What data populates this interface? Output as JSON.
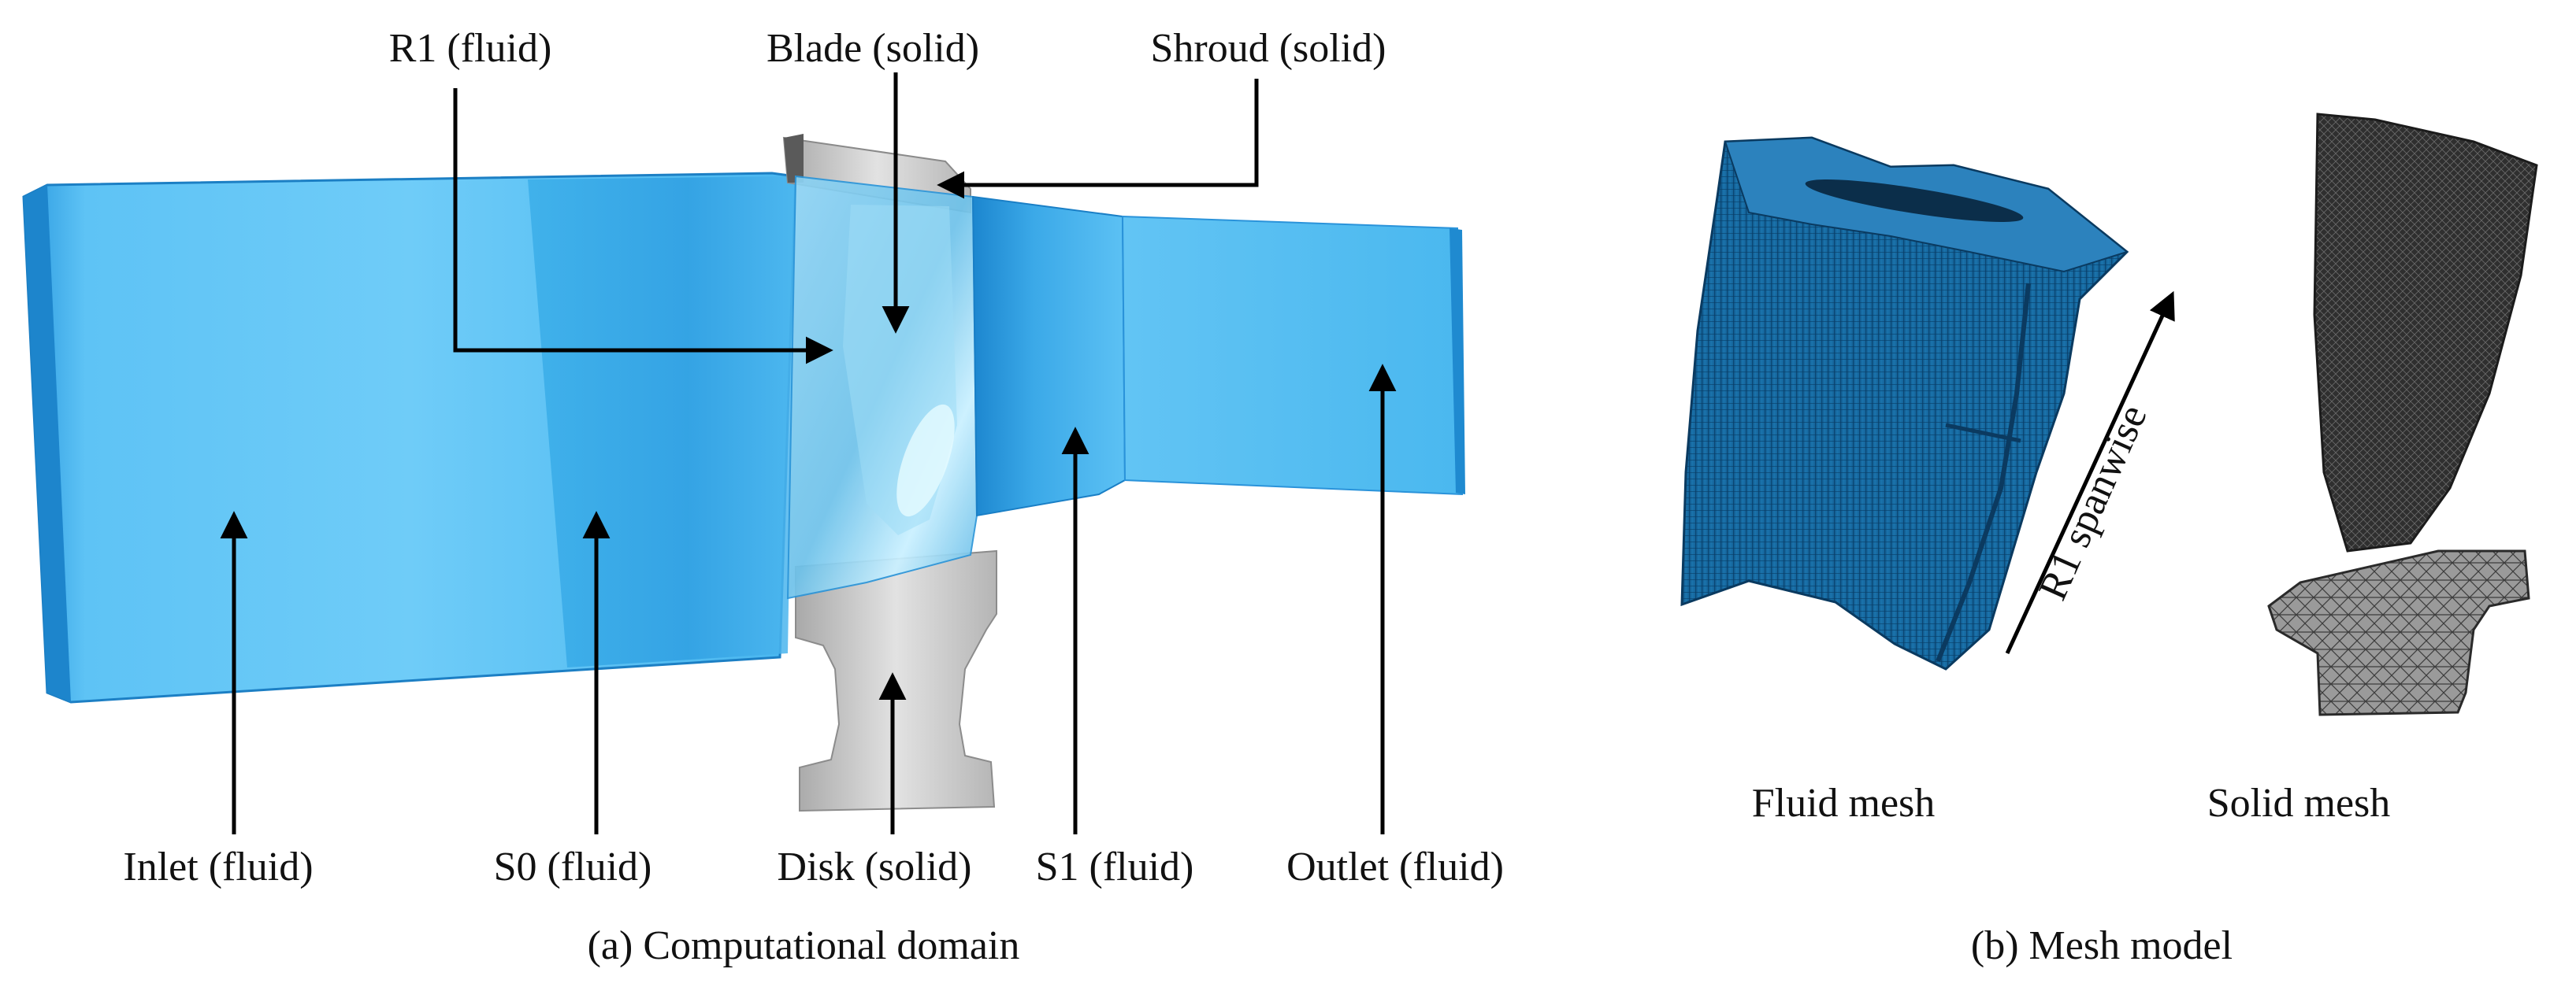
{
  "labels": {
    "r1": "R1 (fluid)",
    "blade": "Blade (solid)",
    "shroud": "Shroud (solid)",
    "inlet": "Inlet (fluid)",
    "s0": "S0 (fluid)",
    "disk": "Disk (solid)",
    "s1": "S1 (fluid)",
    "outlet": "Outlet (fluid)",
    "spanwise": "R1 spanwise",
    "fluid_mesh": "Fluid mesh",
    "solid_mesh": "Solid mesh"
  },
  "captions": {
    "a": "(a) Computational domain",
    "b": "(b) Mesh model"
  },
  "colors": {
    "fluid": "#45b4ee",
    "fluid_light": "#7fd0f7",
    "fluid_dark": "#1f8fd4",
    "solid": "#c8c8c8",
    "mesh_blue": "#1a6fa8",
    "mesh_dark": "#2a2a2a"
  }
}
